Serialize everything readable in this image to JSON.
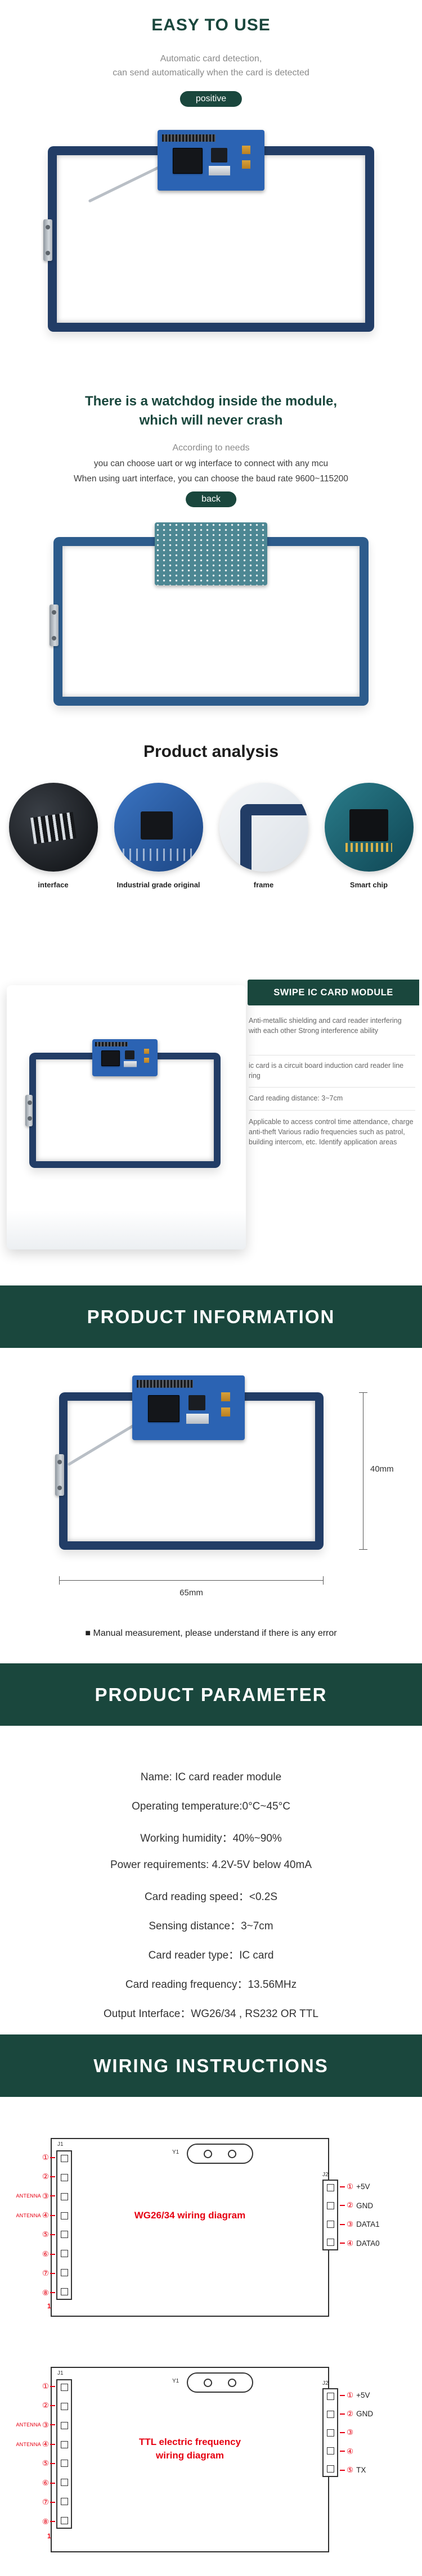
{
  "colors": {
    "teal": "#1a473d",
    "navy": "#223d66",
    "red": "#e60012"
  },
  "easy": {
    "title": "EASY TO USE",
    "sub1": "Automatic card detection,",
    "sub2": "can send automatically when the card is detected",
    "badge": "positive"
  },
  "watchdog": {
    "title1": "There is a watchdog inside the module,",
    "title2": "which will never crash",
    "line1": "According to needs",
    "line2": "you can choose uart or wg interface to connect with any mcu",
    "line3": "When using uart interface, you can choose the baud rate 9600~115200",
    "badge": "back"
  },
  "analysis": {
    "title": "Product analysis",
    "labels": [
      "interface",
      "Industrial grade original",
      "frame",
      "Smart chip"
    ]
  },
  "swipe": {
    "header": "SWIPE IC CARD MODULE",
    "block1": "Anti-metallic shielding and card reader interfering with each other Strong interference ability",
    "block2": "ic card is a circuit board induction card reader line ring",
    "block3": "Card reading distance: 3~7cm",
    "block4": "Applicable to access control time attendance, charge anti-theft Various radio frequencies such as patrol, building intercom, etc. Identify application areas"
  },
  "info": {
    "banner": "PRODUCT INFORMATION",
    "height_label": "40mm",
    "width_label": "65mm",
    "note": "■ Manual measurement, please understand if there is any error"
  },
  "param": {
    "banner": "PRODUCT PARAMETER",
    "rows": [
      "Name: IC card reader module",
      "Operating temperature:0°C~45°C",
      "Working humidity：40%~90%",
      "Power requirements: 4.2V-5V below 40mA",
      "Card reading speed：<0.2S",
      "Sensing distance：3~7cm",
      "Card reader type：IC card",
      "Card reading frequency：13.56MHz",
      "Output Interface：WG26/34 , RS232 OR TTL"
    ]
  },
  "wiring": {
    "banner": "WIRING INSTRUCTIONS",
    "j1": "J1",
    "j2": "J2",
    "y1": "Y1",
    "pin1": "1",
    "left": [
      {
        "n": "①",
        "t": ""
      },
      {
        "n": "②",
        "t": ""
      },
      {
        "n": "③",
        "t": "ANTENNA"
      },
      {
        "n": "④",
        "t": "ANTENNA"
      },
      {
        "n": "⑤",
        "t": ""
      },
      {
        "n": "⑥",
        "t": ""
      },
      {
        "n": "⑦",
        "t": ""
      },
      {
        "n": "⑧",
        "t": ""
      }
    ],
    "d1": {
      "caption": "WG26/34 wiring diagram",
      "right": [
        {
          "n": "①",
          "t": "+5V"
        },
        {
          "n": "②",
          "t": "GND"
        },
        {
          "n": "③",
          "t": "DATA1"
        },
        {
          "n": "④",
          "t": "DATA0"
        }
      ]
    },
    "d2": {
      "caption1": "TTL electric frequency",
      "caption2": "wiring diagram",
      "right": [
        {
          "n": "①",
          "t": "+5V"
        },
        {
          "n": "②",
          "t": "GND"
        },
        {
          "n": "③",
          "t": ""
        },
        {
          "n": "④",
          "t": ""
        },
        {
          "n": "⑤",
          "t": "TX"
        }
      ]
    }
  }
}
